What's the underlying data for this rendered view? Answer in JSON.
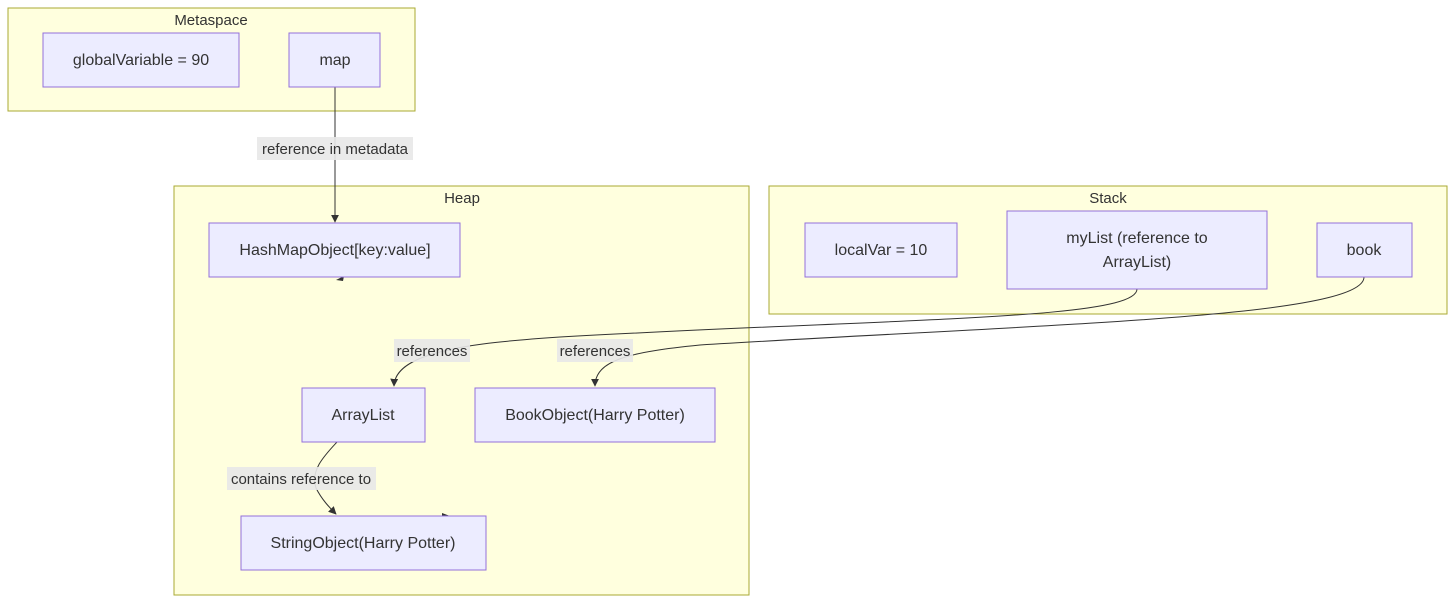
{
  "clusters": {
    "metaspace": "Metaspace",
    "heap": "Heap",
    "stack": "Stack"
  },
  "nodes": {
    "global_variable": "globalVariable = 90",
    "map": "map",
    "hashmap_object": "HashMapObject[key:value]",
    "array_list": "ArrayList",
    "book_object": "BookObject(Harry Potter)",
    "string_object": "StringObject(Harry Potter)",
    "local_var": "localVar = 10",
    "my_list_line1": "myList (reference to",
    "my_list_line2": "ArrayList)",
    "book": "book"
  },
  "edges": {
    "map_to_hashmap": "reference in metadata",
    "mylist_to_arraylist": "references",
    "book_to_bookobject": "references",
    "arraylist_to_string": "contains reference to"
  },
  "colors": {
    "cluster_fill": "#ffffde",
    "cluster_stroke": "#aaaa33",
    "node_fill": "#ececff",
    "node_stroke": "#9370db",
    "edge": "#333333",
    "edge_label_bg": "#e8e8e8"
  }
}
